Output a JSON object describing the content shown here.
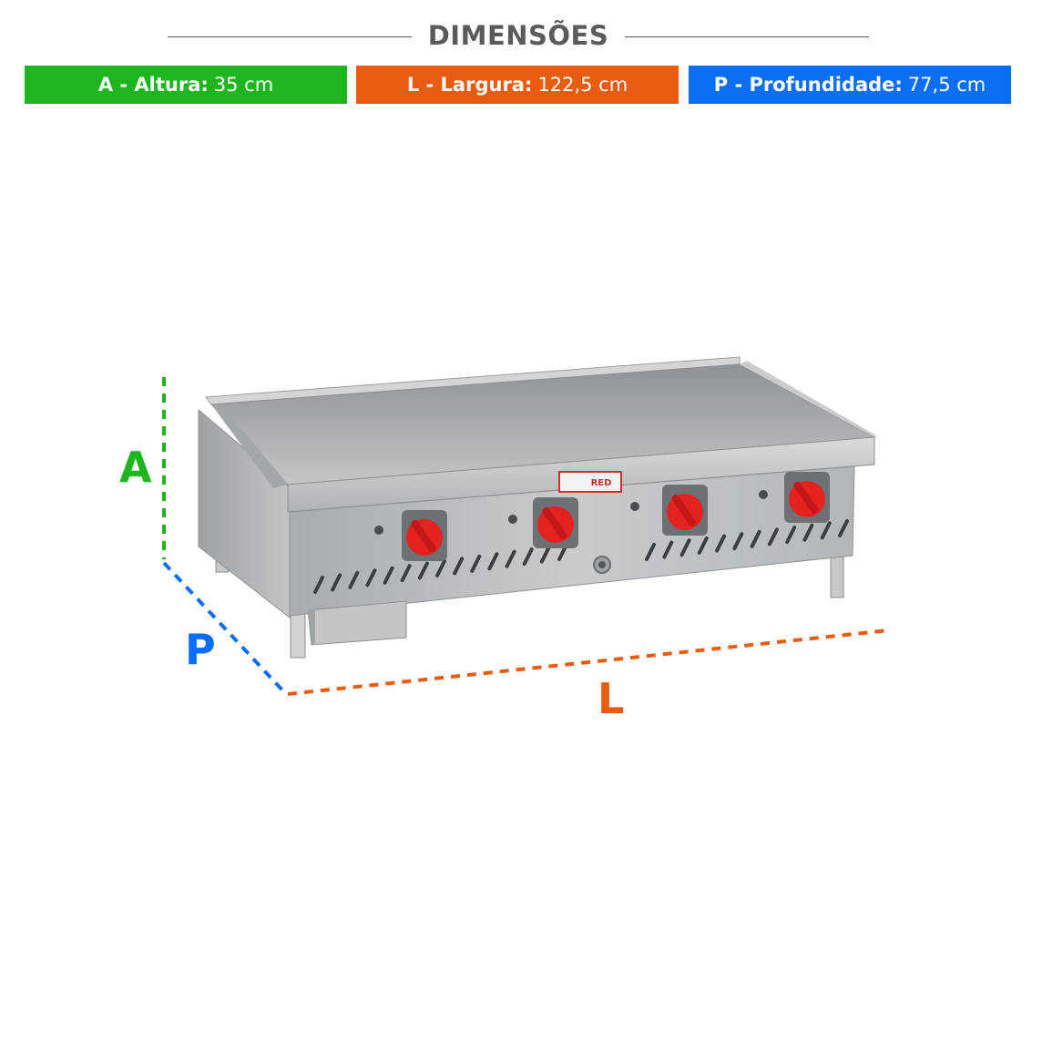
{
  "title": "DIMENSÕES",
  "colors": {
    "height": "#1fb51f",
    "width": "#e85c12",
    "depth": "#0b6ef5",
    "title": "#5b5b5b",
    "knob": "#e32222",
    "steel": "#b9bcbf"
  },
  "dimensions": {
    "height": {
      "label": "A - Altura:",
      "value": "35 cm",
      "letter": "A"
    },
    "width": {
      "label": "L - Largura:",
      "value": "122,5 cm",
      "letter": "L"
    },
    "depth": {
      "label": "P - Profundidade:",
      "value": "77,5 cm",
      "letter": "P"
    }
  },
  "product": {
    "brand_logo": "RED",
    "knob_count": 4
  }
}
